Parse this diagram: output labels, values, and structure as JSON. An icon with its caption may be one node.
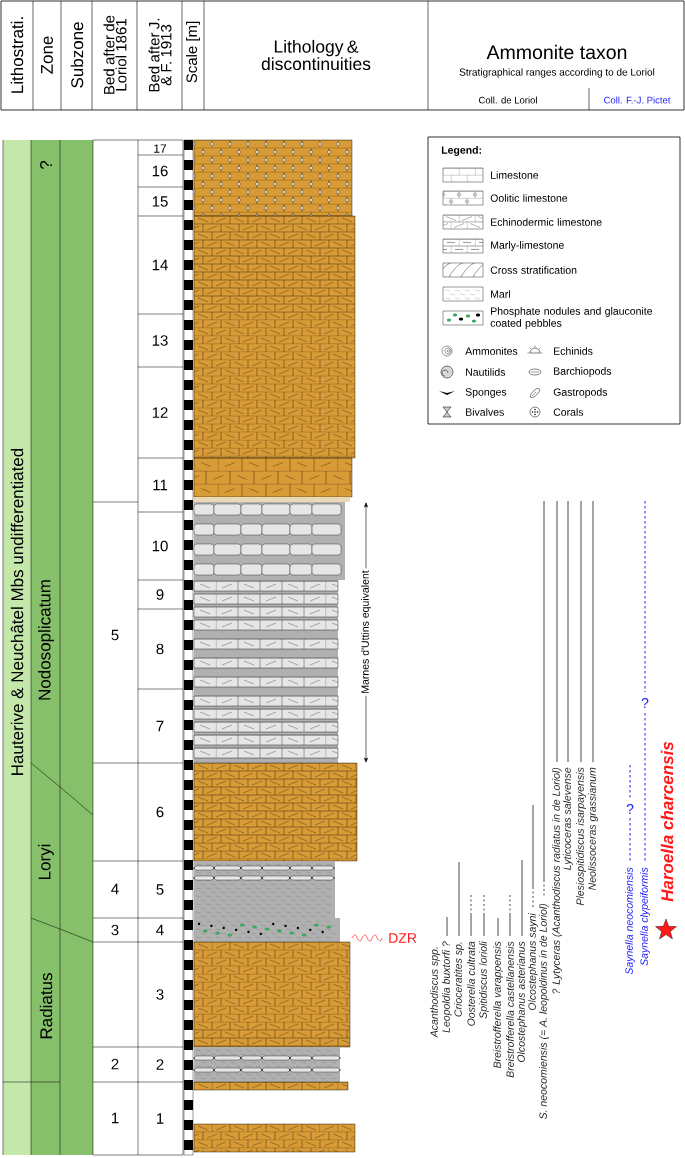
{
  "diagram": {
    "labels": [
      "Lithostrati.",
      "Zone",
      "Subzone",
      "Bed after de Loriol 1861",
      "Bed after J. & F. 1913",
      "Scale [m]",
      "Lithology & discontinuities",
      "Ammonite taxon",
      "Stratigraphical ranges according to de Loriol",
      "Coll. de Loriol",
      "Coll. F.-J. Pictet",
      "Hauterive & Neuchâtel Mbs undifferentiated",
      "?",
      "Nodosoplicatum",
      "Loryi",
      "Radiatus",
      "5",
      "4",
      "3",
      "2",
      "1",
      "17",
      "16",
      "15",
      "14",
      "13",
      "12",
      "11",
      "10",
      "9",
      "8",
      "7",
      "6",
      "5",
      "4",
      "3",
      "2",
      "1",
      "Marnes d'Uttins equivalent",
      "DZR",
      "Acanthodiscus spp.",
      "Leopoldia buxtorfi ?",
      "Crioceratites sp.",
      "Oosterella cultrata",
      "Spitidiscus lorioli",
      "Breistrofferella varappensis",
      "Breistrofferella castellanensis",
      "Olcostephanus asterianus",
      "Olcostephanus sayni",
      "S. neocomiensis (= A. leopoldinus in de Loriol)",
      "? Lytyceras (Acanthodiscus radiatus in de Loriol)",
      "Lyticoceras salevense",
      "Plesiospitidiscus isarpayensis",
      "Neolissoceras grassianum",
      "Saynella neocomiensis",
      "Saynella clypeiformis",
      "Haroella charcensis",
      "?",
      "?",
      "Legend:"
    ],
    "legend": [
      {
        "text": "Limestone"
      },
      {
        "text": "Oolitic limestone"
      },
      {
        "text": "Echinodermic limestone"
      },
      {
        "text": "Marly-limestone"
      },
      {
        "text": "Cross stratification"
      },
      {
        "text": "Marl"
      },
      {
        "text": "Phosphate nodules and glauconite coated pebbles"
      },
      {
        "text": "Ammonites"
      },
      {
        "text": "Echinids"
      },
      {
        "text": "Nautilids"
      },
      {
        "text": "Barchiopods"
      },
      {
        "text": "Sponges"
      },
      {
        "text": "Gastropods"
      },
      {
        "text": "Bivalves"
      },
      {
        "text": "Corals"
      }
    ]
  }
}
